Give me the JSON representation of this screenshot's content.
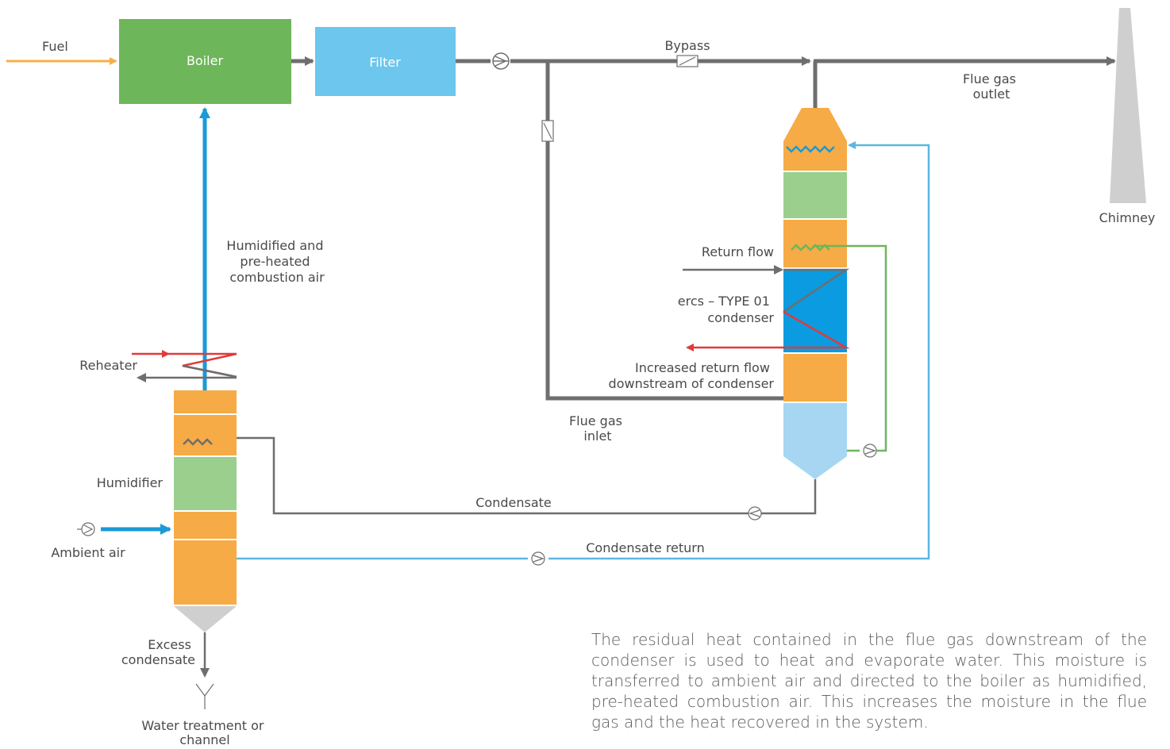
{
  "colors": {
    "fuel_line": "#f4b04a",
    "boiler": "#6db65a",
    "filter": "#6cc6ee",
    "flue_gas_pipe": "#6e6e6e",
    "air_pipe": "#1a9ad6",
    "condensate_pipe": "#5ab8e0",
    "circulation_pipe": "#6db65a",
    "hot_water": "#e03a3a",
    "column_orange": "#f6ab46",
    "column_green": "#9acf8e",
    "condenser_blue": "#0b9be0",
    "sump_blue": "#a6d6f2",
    "chimney": "#cfcfcf"
  },
  "icons": [
    "fan-icon",
    "damper-icon",
    "pump-icon",
    "spray-nozzle-icon",
    "drain-funnel-icon"
  ],
  "labels": {
    "fuel": "Fuel",
    "boiler": "Boiler",
    "filter": "Filter",
    "bypass": "Bypass",
    "flue_gas_outlet": [
      "Flue gas",
      "outlet"
    ],
    "chimney": "Chimney",
    "humidified_air": [
      "Humidified and",
      "pre-heated",
      "combustion air"
    ],
    "return_flow": "Return flow",
    "condenser": [
      "ercs – TYPE 01",
      "condenser"
    ],
    "increased_return": [
      "Increased return flow",
      "downstream of condenser"
    ],
    "reheater": "Reheater",
    "flue_gas_inlet": [
      "Flue gas",
      "inlet"
    ],
    "humidifier": "Humidifier",
    "condensate": "Condensate",
    "ambient_air": "Ambient air",
    "condensate_return": "Condensate return",
    "excess_condensate": [
      "Excess",
      "condensate"
    ],
    "water_treatment": [
      "Water treatment or",
      "channel"
    ]
  },
  "description": "The residual heat contained in the flue gas downstream of the condenser is used to heat and evaporate water. This moisture is transferred to ambient air and directed to the boiler as humidified, pre-heated combustion air. This increases the moisture in the flue gas and the heat recovered in the system."
}
